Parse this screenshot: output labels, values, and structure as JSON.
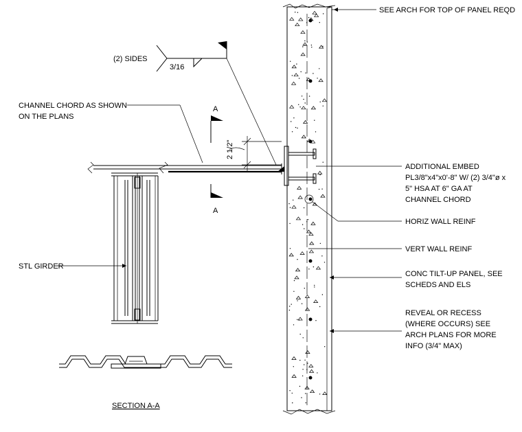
{
  "labels": {
    "top_of_panel": "SEE ARCH FOR TOP OF PANEL REQD",
    "sides": "(2) SIDES",
    "weld_size": "3/16",
    "channel_chord_1": "CHANNEL CHORD AS SHOWN",
    "channel_chord_2": "ON THE PLANS",
    "section_cut": "A",
    "dimension": "2 1/2\"",
    "embed_1": "ADDITIONAL EMBED",
    "embed_2": "PL3/8\"x4\"x0'-8\" W/ (2) 3/4\"ø x",
    "embed_3": "5\" HSA AT 6\" GA AT",
    "embed_4": "CHANNEL CHORD",
    "horiz_reinf": "HORIZ WALL REINF",
    "vert_reinf": "VERT WALL REINF",
    "conc_panel_1": "CONC TILT-UP PANEL, SEE",
    "conc_panel_2": "SCHEDS AND ELS",
    "reveal_1": "REVEAL OR RECESS",
    "reveal_2": "(WHERE OCCURS) SEE",
    "reveal_3": "ARCH PLANS FOR MORE",
    "reveal_4": "INFO (3/4\" MAX)",
    "girder": "STL GIRDER",
    "section_title": "SECTION A-A"
  }
}
